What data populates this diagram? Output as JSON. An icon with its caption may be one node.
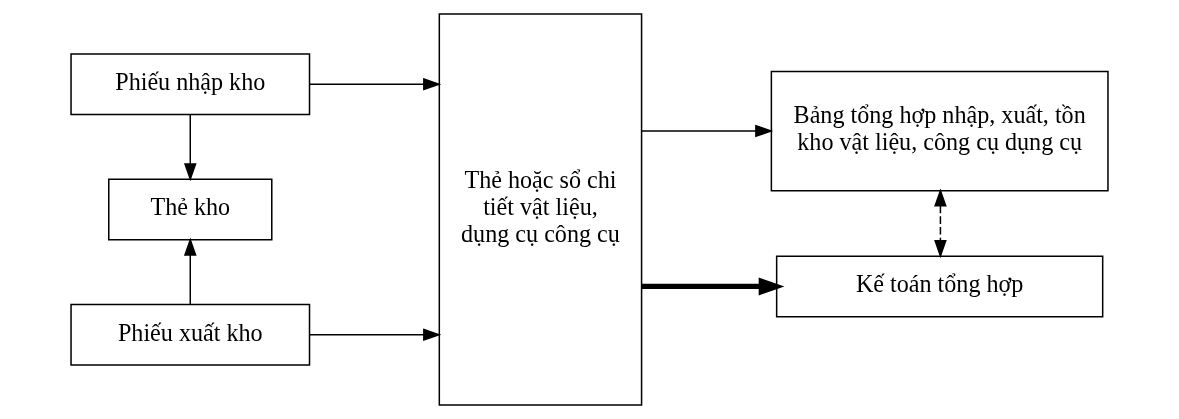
{
  "diagram": {
    "nodes": [
      {
        "text": [
          "Phiếu nhập kho"
        ]
      },
      {
        "text": [
          "Thẻ kho"
        ]
      },
      {
        "text": [
          "Phiếu xuất kho"
        ]
      },
      {
        "text": [
          "Thẻ hoặc sổ chi tiết vật liệu, dụng cụ công cụ"
        ]
      },
      {
        "text": [
          "Bảng tổng hợp nhập, xuất, tồn kho vật liệu, công cụ dụng cụ"
        ]
      },
      {
        "text": [
          "Kế toán tổng hợp"
        ]
      }
    ],
    "edges": [
      {
        "from": 0,
        "to": 1,
        "arrow": "to"
      },
      {
        "from": 2,
        "to": 1,
        "arrow": "to"
      },
      {
        "from": 0,
        "to": 3,
        "arrow": "to"
      },
      {
        "from": 2,
        "to": 3,
        "arrow": "to"
      },
      {
        "from": 3,
        "to": 4,
        "arrow": "to"
      },
      {
        "from": 3,
        "to": 5,
        "arrow": "to",
        "style": "thick"
      },
      {
        "from": 4,
        "to": 5,
        "arrow": "both",
        "style": "dashed"
      }
    ]
  }
}
